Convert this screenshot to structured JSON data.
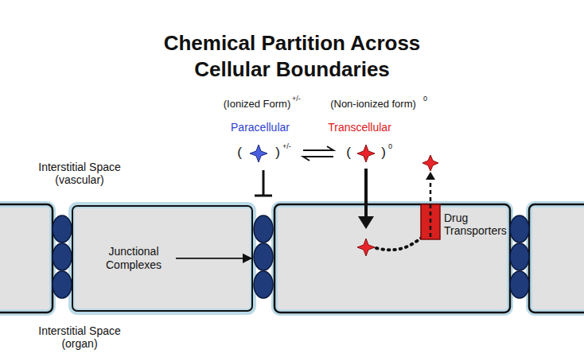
{
  "diagram": {
    "title": "Chemical Partition Across Cellular Boundaries",
    "nodes": [
      {
        "text": [
          "Junctional Complexes"
        ]
      }
    ],
    "labels": [
      "(Ionized Form)",
      "+/-",
      "(Non-ionized form)",
      "0",
      "Paracellular",
      "Transcellular",
      "(",
      ")",
      "+/-",
      "(",
      ")",
      "0",
      "Interstitial Space (vascular)",
      "Interstitial Space (organ)",
      "Drug Transporters"
    ]
  }
}
